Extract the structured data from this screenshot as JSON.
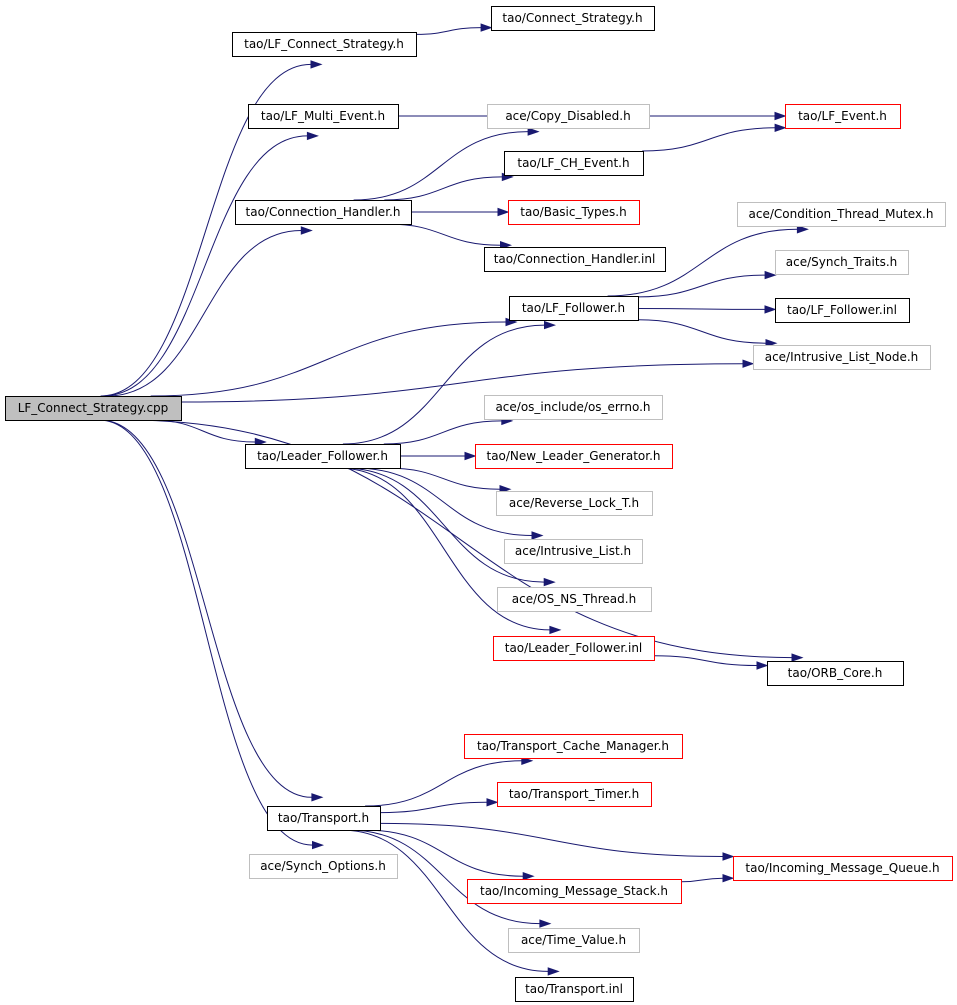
{
  "graph": {
    "colors": {
      "root_fill": "#bfbfbf",
      "default_border": "#000000",
      "missing_border": "#bfbfbf",
      "truncated_border": "#ff0000",
      "edge": "#191970"
    },
    "nodes": [
      {
        "id": "n0",
        "label": "LF_Connect_Strategy.cpp",
        "style": "root"
      },
      {
        "id": "n1",
        "label": "tao/LF_Connect_Strategy.h",
        "style": "default"
      },
      {
        "id": "n2",
        "label": "tao/Connect_Strategy.h",
        "style": "default"
      },
      {
        "id": "n3",
        "label": "tao/LF_Multi_Event.h",
        "style": "default"
      },
      {
        "id": "n4",
        "label": "tao/LF_Event.h",
        "style": "truncated"
      },
      {
        "id": "n5",
        "label": "ace/Copy_Disabled.h",
        "style": "missing"
      },
      {
        "id": "n6",
        "label": "tao/LF_CH_Event.h",
        "style": "default"
      },
      {
        "id": "n7",
        "label": "tao/Connection_Handler.h",
        "style": "default"
      },
      {
        "id": "n8",
        "label": "tao/Basic_Types.h",
        "style": "truncated"
      },
      {
        "id": "n9",
        "label": "ace/Condition_Thread_Mutex.h",
        "style": "missing"
      },
      {
        "id": "n10",
        "label": "tao/Connection_Handler.inl",
        "style": "default"
      },
      {
        "id": "n11",
        "label": "ace/Synch_Traits.h",
        "style": "missing"
      },
      {
        "id": "n12",
        "label": "tao/LF_Follower.h",
        "style": "default"
      },
      {
        "id": "n13",
        "label": "tao/LF_Follower.inl",
        "style": "default"
      },
      {
        "id": "n14",
        "label": "ace/Intrusive_List_Node.h",
        "style": "missing"
      },
      {
        "id": "n15",
        "label": "ace/os_include/os_errno.h",
        "style": "missing"
      },
      {
        "id": "n16",
        "label": "tao/Leader_Follower.h",
        "style": "default"
      },
      {
        "id": "n17",
        "label": "tao/New_Leader_Generator.h",
        "style": "truncated"
      },
      {
        "id": "n18",
        "label": "ace/Reverse_Lock_T.h",
        "style": "missing"
      },
      {
        "id": "n19",
        "label": "ace/Intrusive_List.h",
        "style": "missing"
      },
      {
        "id": "n20",
        "label": "ace/OS_NS_Thread.h",
        "style": "missing"
      },
      {
        "id": "n21",
        "label": "tao/Leader_Follower.inl",
        "style": "truncated"
      },
      {
        "id": "n22",
        "label": "tao/ORB_Core.h",
        "style": "default"
      },
      {
        "id": "n23",
        "label": "tao/Transport_Cache_Manager.h",
        "style": "truncated"
      },
      {
        "id": "n24",
        "label": "tao/Transport_Timer.h",
        "style": "truncated"
      },
      {
        "id": "n25",
        "label": "tao/Transport.h",
        "style": "default"
      },
      {
        "id": "n26",
        "label": "tao/Incoming_Message_Queue.h",
        "style": "truncated"
      },
      {
        "id": "n27",
        "label": "ace/Synch_Options.h",
        "style": "missing"
      },
      {
        "id": "n28",
        "label": "tao/Incoming_Message_Stack.h",
        "style": "truncated"
      },
      {
        "id": "n29",
        "label": "ace/Time_Value.h",
        "style": "missing"
      },
      {
        "id": "n30",
        "label": "tao/Transport.inl",
        "style": "default"
      }
    ],
    "edges": [
      [
        "n0",
        "n1"
      ],
      [
        "n0",
        "n3"
      ],
      [
        "n0",
        "n7"
      ],
      [
        "n0",
        "n12"
      ],
      [
        "n0",
        "n14"
      ],
      [
        "n0",
        "n16"
      ],
      [
        "n0",
        "n22"
      ],
      [
        "n0",
        "n25"
      ],
      [
        "n0",
        "n27"
      ],
      [
        "n1",
        "n2"
      ],
      [
        "n3",
        "n4"
      ],
      [
        "n7",
        "n5"
      ],
      [
        "n7",
        "n6"
      ],
      [
        "n7",
        "n8"
      ],
      [
        "n7",
        "n10"
      ],
      [
        "n6",
        "n4"
      ],
      [
        "n12",
        "n9"
      ],
      [
        "n12",
        "n11"
      ],
      [
        "n12",
        "n13"
      ],
      [
        "n12",
        "n14"
      ],
      [
        "n16",
        "n12"
      ],
      [
        "n16",
        "n15"
      ],
      [
        "n16",
        "n17"
      ],
      [
        "n16",
        "n18"
      ],
      [
        "n16",
        "n19"
      ],
      [
        "n16",
        "n20"
      ],
      [
        "n16",
        "n21"
      ],
      [
        "n21",
        "n22"
      ],
      [
        "n25",
        "n23"
      ],
      [
        "n25",
        "n24"
      ],
      [
        "n25",
        "n26"
      ],
      [
        "n25",
        "n28"
      ],
      [
        "n25",
        "n29"
      ],
      [
        "n25",
        "n30"
      ],
      [
        "n28",
        "n26"
      ]
    ]
  }
}
